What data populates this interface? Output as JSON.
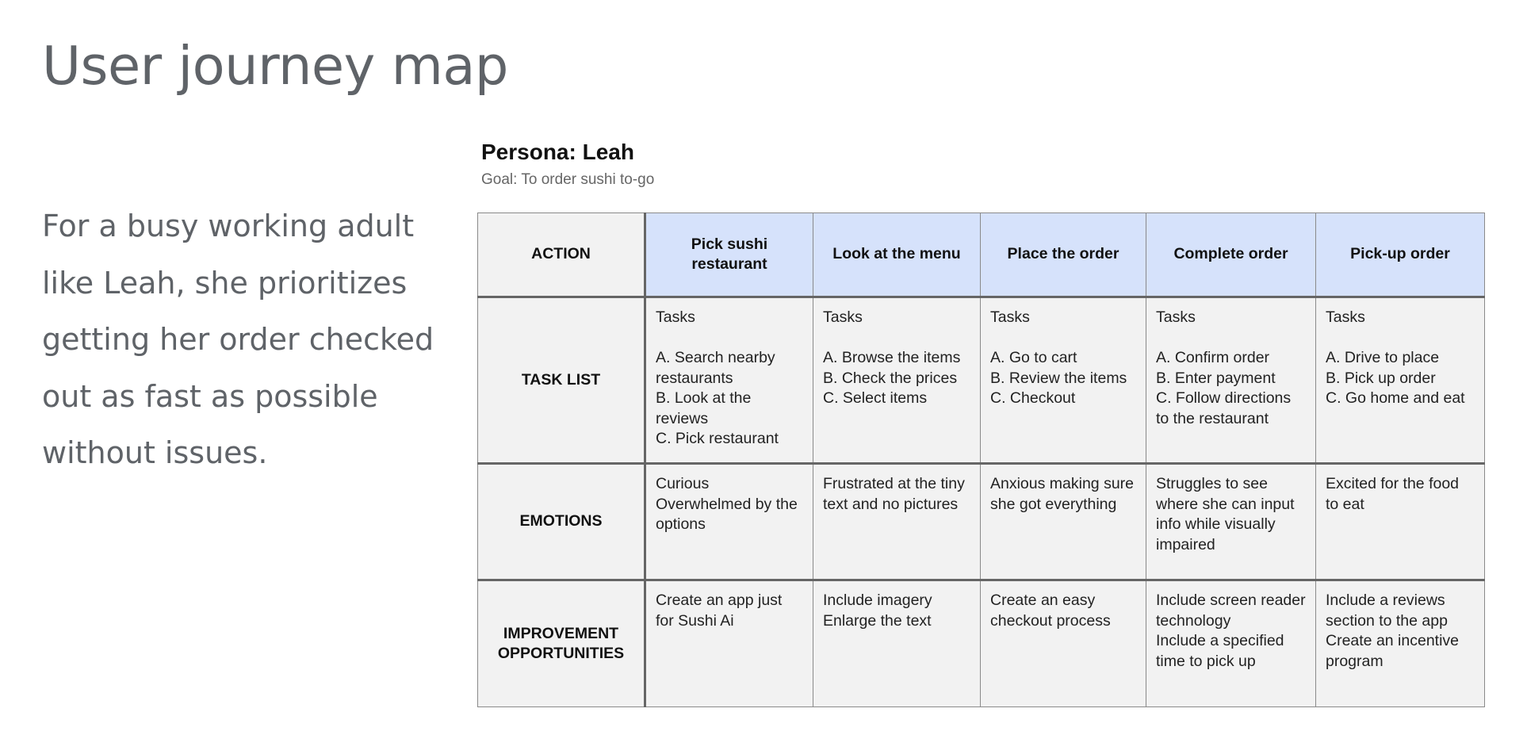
{
  "slide": {
    "title": "User journey map",
    "summary": "For a busy working adult like Leah, she prioritizes getting her order checked out as fast as possible without issues."
  },
  "persona": {
    "name": "Persona: Leah",
    "goal": "Goal: To order sushi to-go"
  },
  "table": {
    "corner_label": "ACTION",
    "columns": [
      "Pick sushi restaurant",
      "Look at the menu",
      "Place the order",
      "Complete order",
      "Pick-up order"
    ],
    "rows": [
      {
        "label": "TASK LIST",
        "cells": [
          "Tasks\n\nA. Search nearby restaurants\nB. Look at the reviews\nC. Pick restaurant",
          "Tasks\n\nA. Browse the items\nB. Check the prices\nC. Select items",
          "Tasks\n\nA. Go to cart\nB. Review the items\nC. Checkout",
          "Tasks\n\nA. Confirm order\nB. Enter payment\nC. Follow directions to the restaurant",
          "Tasks\n\nA. Drive to place\nB. Pick up order\nC. Go home and eat"
        ]
      },
      {
        "label": "EMOTIONS",
        "cells": [
          "Curious\nOverwhelmed by the options",
          "Frustrated at the tiny text and no pictures",
          "Anxious making sure she got everything",
          "Struggles to see where she can input info while visually impaired",
          "Excited for the food to eat"
        ]
      },
      {
        "label": "IMPROVEMENT OPPORTUNITIES",
        "cells": [
          "Create an app just for Sushi Ai",
          "Include imagery\nEnlarge the text",
          "Create an easy checkout process",
          "Include screen reader technology\nInclude a specified time to pick up",
          "Include a reviews section to the app\nCreate an incentive program"
        ]
      }
    ]
  }
}
